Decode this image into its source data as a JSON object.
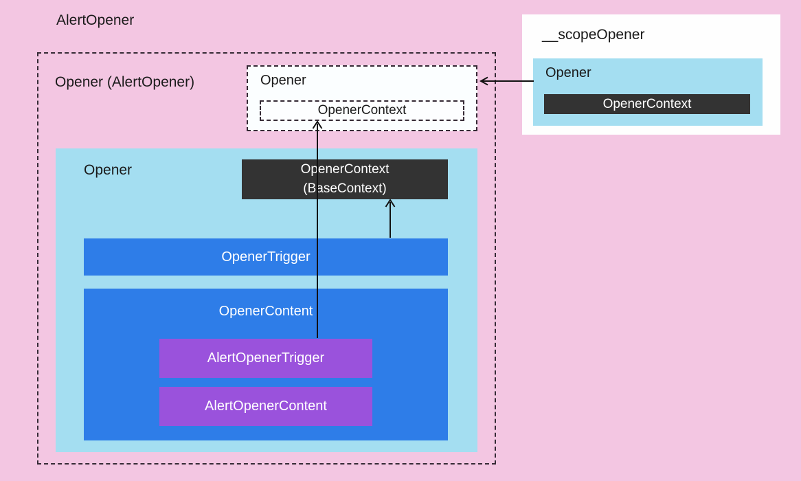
{
  "colors": {
    "background": "#f3c6e2",
    "panel_blue": "#a4def1",
    "accent_blue": "#2e7de8",
    "purple": "#9a52dc",
    "dark": "#333333",
    "white_panel": "#fefefe",
    "frame_bg": "#fbfeff",
    "text_dark": "#1a1a1a",
    "text_light": "#ffffff",
    "line": "#111111",
    "dash": "#352a35"
  },
  "root_label": "AlertOpener",
  "outer_scope": {
    "label": "Opener (AlertOpener)",
    "context_frame": {
      "title": "Opener",
      "context_label": "OpenerContext"
    },
    "provider": {
      "label": "Opener",
      "base_context": {
        "line1": "OpenerContext",
        "line2": "(BaseContext)"
      },
      "trigger_label": "OpenerTrigger",
      "content": {
        "label": "OpenerContent",
        "children": [
          "AlertOpenerTrigger",
          "AlertOpenerContent"
        ]
      }
    }
  },
  "scope_panel": {
    "title": "__scopeOpener",
    "provider": {
      "label": "Opener",
      "context_label": "OpenerContext"
    }
  },
  "arrows": [
    {
      "name": "scope-provider-to-context-frame",
      "direction": "left"
    },
    {
      "name": "alert-trigger-to-opener-context",
      "direction": "up"
    },
    {
      "name": "opener-trigger-to-base-context",
      "direction": "up"
    }
  ]
}
